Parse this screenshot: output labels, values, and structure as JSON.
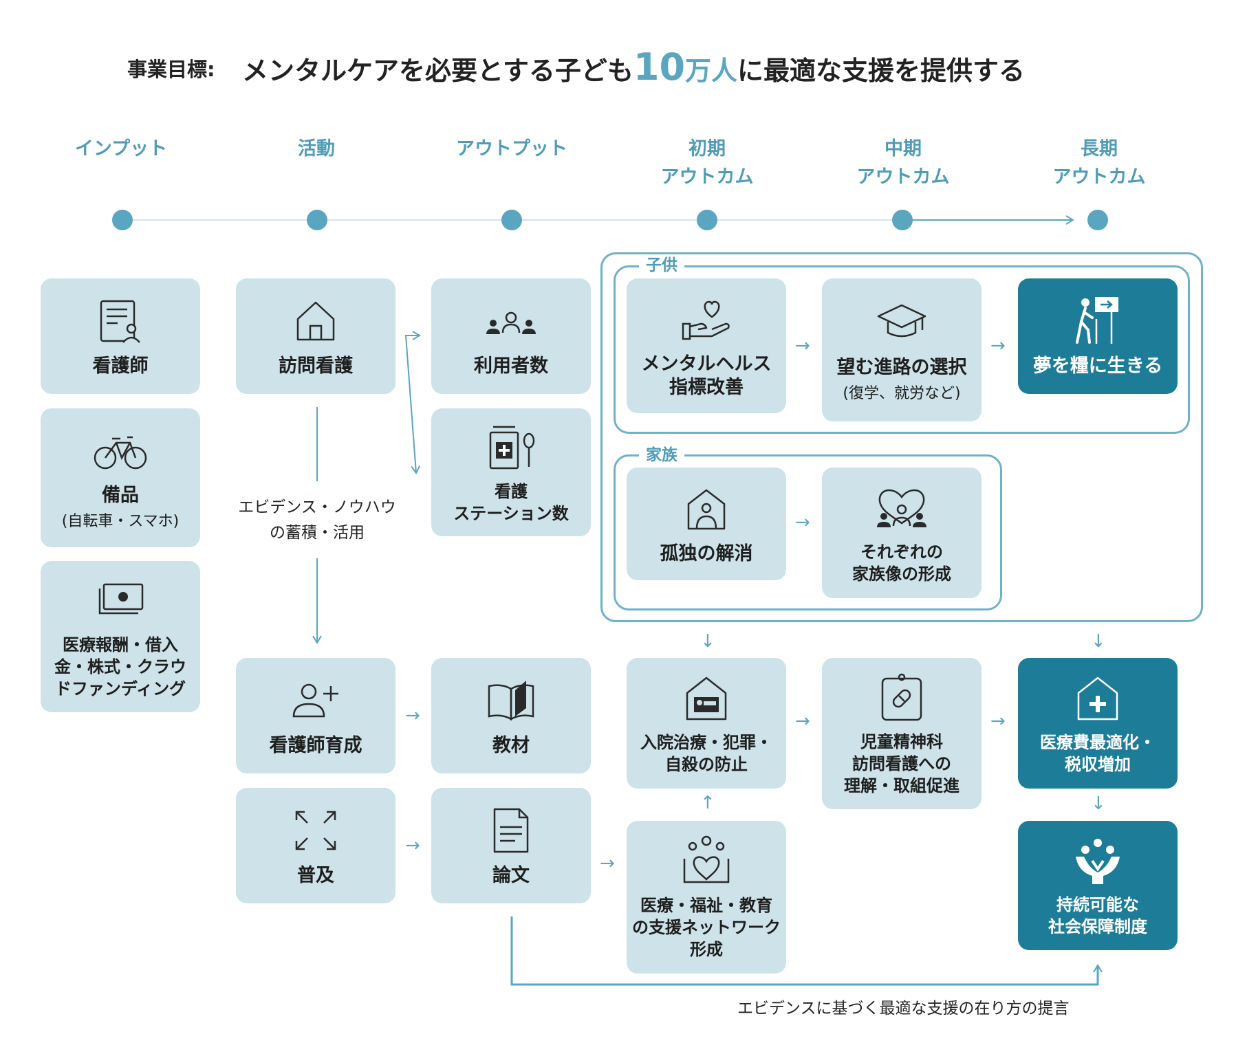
{
  "title": {
    "label": "事業目標:",
    "before": "メンタルケアを必要とする子ども",
    "number": "10",
    "unit": "万人",
    "after": "に最適な支援を提供する"
  },
  "stages": [
    {
      "line1": "",
      "line2": "インプット"
    },
    {
      "line1": "",
      "line2": "活動"
    },
    {
      "line1": "",
      "line2": "アウトプット"
    },
    {
      "line1": "初期",
      "line2": "アウトカム"
    },
    {
      "line1": "中期",
      "line2": "アウトカム"
    },
    {
      "line1": "長期",
      "line2": "アウトカム"
    }
  ],
  "groups": {
    "child": "子供",
    "family": "家族"
  },
  "inputs": {
    "nurse": "看護師",
    "equipment": "備品",
    "equipment_sub": "(自転車・スマホ)",
    "funding": "医療報酬・借入\n金・株式・クラウ\nドファンディング"
  },
  "activities": {
    "visit_nursing": "訪問看護",
    "evidence_note": "エビデンス・ノウハウ\nの蓄積・活用",
    "nurse_training": "看護師育成",
    "dissemination": "普及"
  },
  "outputs": {
    "users": "利用者数",
    "stations": "看護\nステーション数",
    "materials": "教材",
    "papers": "論文"
  },
  "outcomes": {
    "mental_health": "メンタルヘルス\n指標改善",
    "career": "望む進路の選択",
    "career_sub": "(復学、就労など)",
    "dream": "夢を糧に生きる",
    "isolation": "孤独の解消",
    "family_image": "それぞれの\n家族像の形成",
    "prevention": "入院治療・犯罪・\n自殺の防止",
    "understanding": "児童精神科\n訪問看護への\n理解・取組促進",
    "medical_cost": "医療費最適化・\n税収増加",
    "network": "医療・福祉・教育\nの支援ネットワーク\n形成",
    "social_security": "持続可能な\n社会保障制度"
  },
  "bottom_note": "エビデンスに基づく最適な支援の在り方の提言",
  "colors": {
    "card": "#cde2e9",
    "card_dark": "#1d7c98",
    "accent": "#5aa5bf",
    "group_border": "#6fb1c8"
  },
  "icons": {
    "nurse": "profile-document-icon",
    "equipment": "bicycle-icon",
    "funding": "money-bill-icon",
    "visit_nursing": "house-icon",
    "users": "people-group-icon",
    "stations": "medicine-bottle-icon",
    "nurse_training": "add-user-icon",
    "dissemination": "expand-arrows-icon",
    "materials": "book-icon",
    "papers": "document-icon",
    "mental_health": "heart-hand-icon",
    "career": "graduation-cap-icon",
    "dream": "hiker-sign-icon",
    "isolation": "home-person-icon",
    "family_image": "heart-family-icon",
    "prevention": "hospital-bed-icon",
    "understanding": "pill-clipboard-icon",
    "medical_cost": "medical-house-icon",
    "network": "network-heart-icon",
    "social_security": "hands-support-icon"
  }
}
